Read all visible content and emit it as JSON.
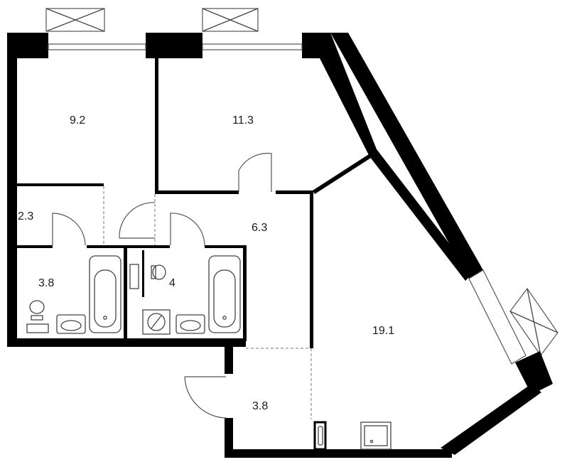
{
  "rooms": [
    {
      "id": "bedroom-left",
      "area": "9.2"
    },
    {
      "id": "bedroom-right",
      "area": "11.3"
    },
    {
      "id": "wardrobe",
      "area": "2.3"
    },
    {
      "id": "hallway",
      "area": "6.3"
    },
    {
      "id": "bathroom-left",
      "area": "3.8"
    },
    {
      "id": "bathroom-right",
      "area": "4"
    },
    {
      "id": "living-kitchen",
      "area": "19.1"
    },
    {
      "id": "entrance-hall",
      "area": "3.8"
    }
  ],
  "colors": {
    "wall": "#000000",
    "fixture": "#444444",
    "background": "#ffffff"
  }
}
